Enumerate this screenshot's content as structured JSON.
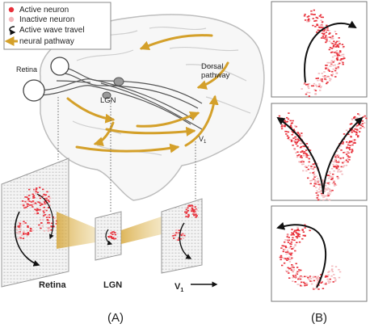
{
  "legend": {
    "active": "Active neuron",
    "inactive": "Inactive neuron",
    "wave": "Active wave travel",
    "pathway": "neural pathway"
  },
  "brain": {
    "retina": "Retina",
    "lgn": "LGN",
    "dorsal_line1": "Dorsal",
    "dorsal_line2": "pathway",
    "v1": "V",
    "v1_sub": "1"
  },
  "bottom": {
    "retina": "Retina",
    "lgn": "LGN",
    "v1": "V",
    "v1_sub": "1"
  },
  "panels": {
    "a": "(A)",
    "b": "(B)"
  },
  "colors": {
    "active": "#e8303a",
    "inactive": "#f3b8bc",
    "pathway": "#d4a02a",
    "wave": "#111111"
  }
}
